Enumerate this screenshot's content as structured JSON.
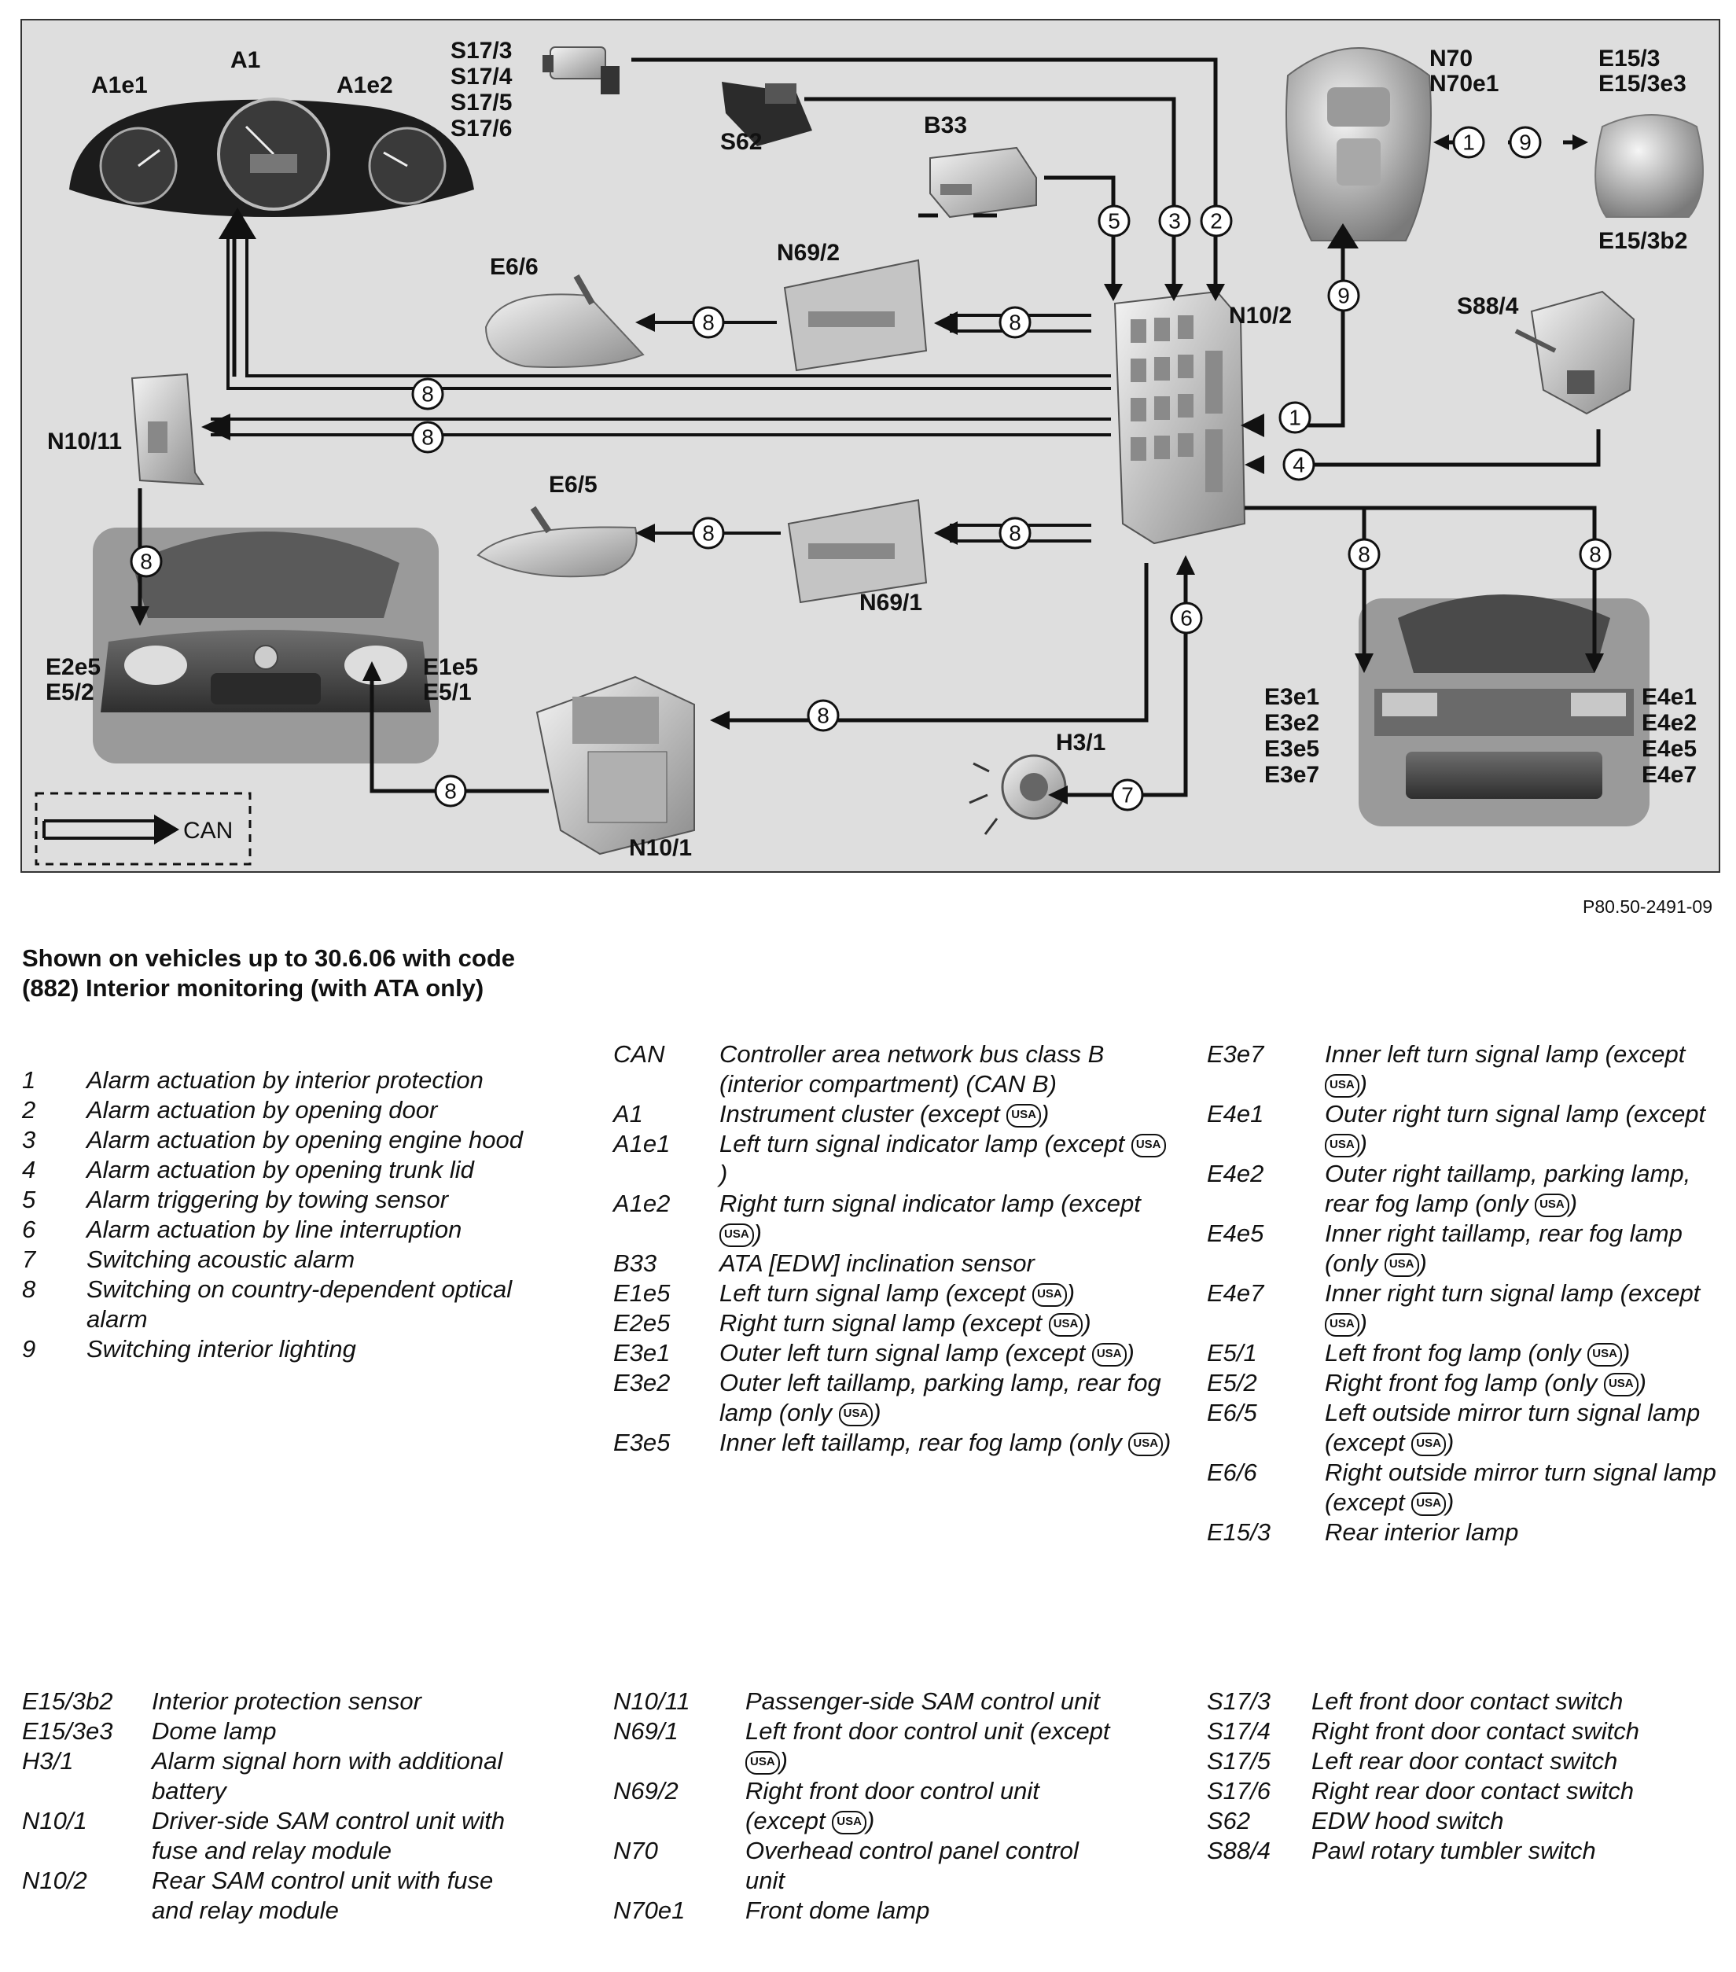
{
  "diagram": {
    "labels": {
      "A1": "A1",
      "A1e1": "A1e1",
      "A1e2": "A1e2",
      "S17": [
        "S17/3",
        "S17/4",
        "S17/5",
        "S17/6"
      ],
      "S62": "S62",
      "B33": "B33",
      "N70": [
        "N70",
        "N70e1"
      ],
      "E15": [
        "E15/3",
        "E15/3e3"
      ],
      "E15_3b2": "E15/3b2",
      "E6_6": "E6/6",
      "N69_2": "N69/2",
      "N10_2": "N10/2",
      "S88_4": "S88/4",
      "N10_11": "N10/11",
      "E6_5": "E6/5",
      "N69_1": "N69/1",
      "E2e5_E5_2": [
        "E2e5",
        "E5/2"
      ],
      "E1e5_E5_1": [
        "E1e5",
        "E5/1"
      ],
      "N10_1": "N10/1",
      "H3_1": "H3/1",
      "E3": [
        "E3e1",
        "E3e2",
        "E3e5",
        "E3e7"
      ],
      "E4": [
        "E4e1",
        "E4e2",
        "E4e5",
        "E4e7"
      ],
      "legend_can": "CAN"
    },
    "circle_numbers": {
      "n1a": "1",
      "n9a": "9",
      "n5": "5",
      "n3": "3",
      "n2": "2",
      "n9b": "9",
      "n8a": "8",
      "n8b": "8",
      "n8c": "8",
      "n8d": "8",
      "n1b": "1",
      "n4": "4",
      "n8e": "8",
      "n8f": "8",
      "n8g": "8",
      "n8h": "8",
      "n8i": "8",
      "n6": "6",
      "n8j": "8",
      "n8k": "8",
      "n7": "7"
    },
    "reference": "P80.50-2491-09"
  },
  "heading": "Shown on vehicles up to 30.6.06 with code (882) Interior monitoring (with ATA only)",
  "usa_badge": "USA",
  "numbered_legend": [
    {
      "code": "1",
      "text": "Alarm actuation by interior protection"
    },
    {
      "code": "2",
      "text": "Alarm actuation by opening door"
    },
    {
      "code": "3",
      "text": "Alarm actuation by opening engine hood"
    },
    {
      "code": "4",
      "text": "Alarm actuation by opening trunk lid"
    },
    {
      "code": "5",
      "text": "Alarm triggering by towing sensor"
    },
    {
      "code": "6",
      "text": "Alarm actuation by line interruption"
    },
    {
      "code": "7",
      "text": "Switching acoustic alarm"
    },
    {
      "code": "8",
      "text": "Switching on country-dependent optical alarm"
    },
    {
      "code": "9",
      "text": "Switching interior lighting"
    }
  ],
  "legend_col2": [
    {
      "code": "CAN",
      "text": "Controller area network bus class B (interior compartment) (CAN B)"
    },
    {
      "code": "A1",
      "text": "Instrument cluster (except",
      "usa": true,
      "tail": ")"
    },
    {
      "code": "A1e1",
      "text": "Left turn signal indicator lamp (except",
      "usa": true,
      "tail": ")"
    },
    {
      "code": "A1e2",
      "text": "Right turn signal indicator lamp (except",
      "usa": true,
      "tail": ")"
    },
    {
      "code": "B33",
      "text": "ATA [EDW] inclination sensor"
    },
    {
      "code": "E1e5",
      "text": "Left turn signal lamp (except",
      "usa": true,
      "tail": ")"
    },
    {
      "code": "E2e5",
      "text": "Right turn signal lamp (except",
      "usa": true,
      "tail": ")"
    },
    {
      "code": "E3e1",
      "text": "Outer left turn signal lamp (except",
      "usa": true,
      "tail": ")"
    },
    {
      "code": "E3e2",
      "text": "Outer left taillamp, parking lamp, rear fog lamp (only",
      "usa": true,
      "tail": ")"
    },
    {
      "code": "E3e5",
      "text": "Inner left taillamp, rear fog lamp (only",
      "usa": true,
      "tail": ")"
    }
  ],
  "legend_col3": [
    {
      "code": "E3e7",
      "text": "Inner left turn signal lamp (except",
      "usa": true,
      "tail": ")"
    },
    {
      "code": "E4e1",
      "text": "Outer right turn signal lamp (except",
      "usa": true,
      "tail": ")"
    },
    {
      "code": "E4e2",
      "text": "Outer right taillamp, parking lamp, rear fog lamp (only",
      "usa": true,
      "tail": ")"
    },
    {
      "code": "E4e5",
      "text": "Inner right taillamp, rear fog lamp (only",
      "usa": true,
      "tail": ")"
    },
    {
      "code": "E4e7",
      "text": "Inner right turn signal lamp (except",
      "usa": true,
      "tail": ")"
    },
    {
      "code": "E5/1",
      "text": "Left front fog lamp (only",
      "usa": true,
      "tail": ")"
    },
    {
      "code": "E5/2",
      "text": "Right front fog lamp (only",
      "usa": true,
      "tail": ")"
    },
    {
      "code": "E6/5",
      "text": "Left outside mirror turn signal lamp (except",
      "usa": true,
      "tail": ")"
    },
    {
      "code": "E6/6",
      "text": "Right outside mirror turn signal lamp (except",
      "usa": true,
      "tail": ")"
    },
    {
      "code": "E15/3",
      "text": "Rear interior lamp"
    }
  ],
  "legend_bottom1": [
    {
      "code": "E15/3b2",
      "text": "Interior protection sensor"
    },
    {
      "code": "E15/3e3",
      "text": "Dome lamp"
    },
    {
      "code": "H3/1",
      "text": "Alarm signal horn with additional battery"
    },
    {
      "code": "N10/1",
      "text": "Driver-side SAM control unit with fuse and relay module"
    },
    {
      "code": "N10/2",
      "text": "Rear SAM control unit with fuse and relay module"
    }
  ],
  "legend_bottom2": [
    {
      "code": "N10/11",
      "text": "Passenger-side SAM control unit"
    },
    {
      "code": "N69/1",
      "text": "Left front door control unit (except",
      "usa": true,
      "tail": ")"
    },
    {
      "code": "N69/2",
      "text": "Right front door control unit (except",
      "usa": true,
      "tail": ")"
    },
    {
      "code": "N70",
      "text": "Overhead control panel control unit"
    },
    {
      "code": "N70e1",
      "text": "Front dome lamp"
    }
  ],
  "legend_bottom3": [
    {
      "code": "S17/3",
      "text": "Left front door contact switch"
    },
    {
      "code": "S17/4",
      "text": "Right front door contact switch"
    },
    {
      "code": "S17/5",
      "text": "Left rear door contact switch"
    },
    {
      "code": "S17/6",
      "text": "Right rear door contact switch"
    },
    {
      "code": "S62",
      "text": "EDW hood switch"
    },
    {
      "code": "S88/4",
      "text": "Pawl rotary tumbler switch"
    }
  ]
}
